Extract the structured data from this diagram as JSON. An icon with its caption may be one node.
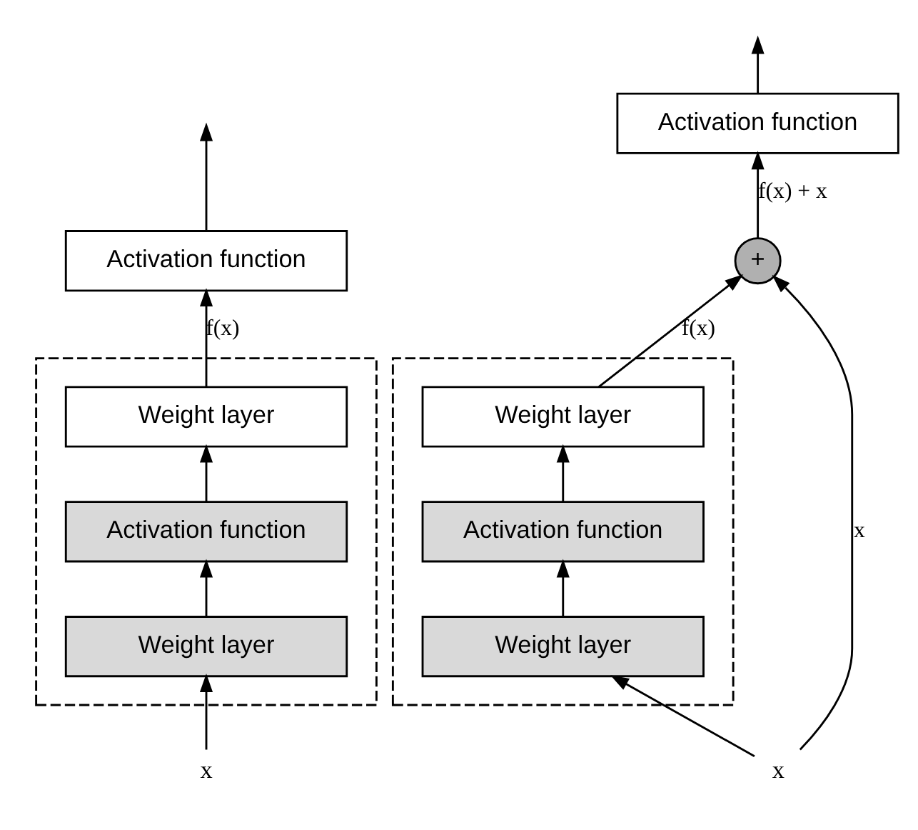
{
  "diagram": {
    "nodes": [
      {
        "text": [
          "Activation function"
        ]
      },
      {
        "text": [],
        "shape": "box"
      },
      {
        "text": [
          "Weight layer"
        ],
        "in": 1
      },
      {
        "text": [
          "Activation function"
        ],
        "in": 1
      },
      {
        "text": [
          "Weight layer"
        ],
        "in": 1
      },
      {
        "text": [
          "x"
        ]
      },
      {
        "text": [
          "Activation function"
        ]
      },
      {
        "text": [
          "+"
        ]
      },
      {
        "text": [],
        "shape": "box"
      },
      {
        "text": [
          "Weight layer"
        ],
        "in": 8
      },
      {
        "text": [
          "Activation function"
        ],
        "in": 8
      },
      {
        "text": [
          "Weight layer"
        ],
        "in": 8
      },
      {
        "text": [
          "x"
        ]
      }
    ],
    "edges": [
      {
        "from": 5,
        "to": 4,
        "arrow": "to"
      },
      {
        "from": 4,
        "to": 3,
        "arrow": "to"
      },
      {
        "from": 3,
        "to": 2,
        "arrow": "to"
      },
      {
        "from": 2,
        "to": 0,
        "arrow": "to",
        "label": "f(x)"
      },
      {
        "from": 0,
        "to": null,
        "arrow": "to"
      },
      {
        "from": 12,
        "to": 11,
        "arrow": "to"
      },
      {
        "from": 11,
        "to": 10,
        "arrow": "to"
      },
      {
        "from": 10,
        "to": 9,
        "arrow": "to"
      },
      {
        "from": 9,
        "to": 7,
        "arrow": "to",
        "label": "f(x)"
      },
      {
        "from": 7,
        "to": 6,
        "arrow": "to",
        "label": "f(x) + x"
      },
      {
        "from": 6,
        "to": null,
        "arrow": "to"
      },
      {
        "from": 12,
        "to": 7,
        "arrow": "to",
        "label": "x"
      }
    ]
  }
}
